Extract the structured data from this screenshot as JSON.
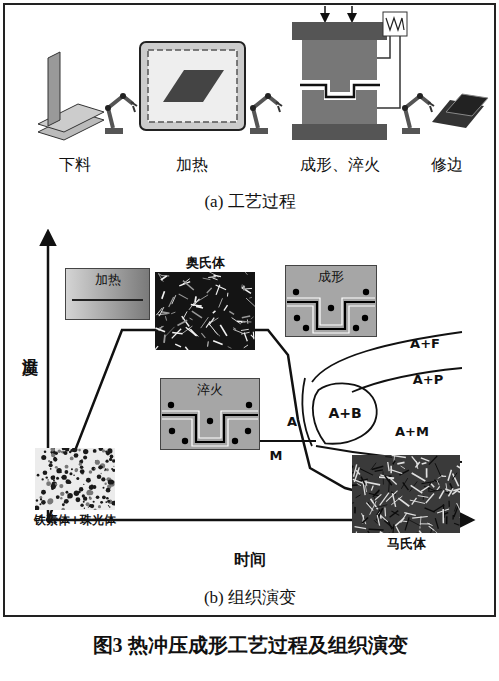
{
  "diagram": {
    "caption": "图3 热冲压成形工艺过程及组织演变",
    "nodes": [
      {
        "text": [
          "加热"
        ]
      },
      {
        "text": [
          "奥氏体"
        ]
      },
      {
        "text": [
          "成形"
        ]
      },
      {
        "text": [
          "淬火"
        ]
      },
      {
        "text": [
          "A+B"
        ]
      },
      {
        "text": [
          "铁素体+珠光体"
        ]
      },
      {
        "text": [
          "马氏体"
        ]
      }
    ],
    "labels": [
      "下料",
      "加热",
      "成形、淬火",
      "修边",
      "(a) 工艺过程",
      "温度",
      "A+F",
      "A+P",
      "A+M",
      "A",
      "M",
      "时间",
      "(b) 组织演变"
    ]
  }
}
